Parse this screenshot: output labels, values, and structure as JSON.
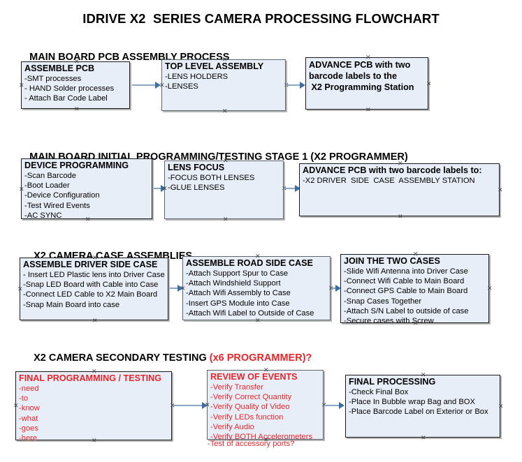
{
  "document": {
    "title": "IDRIVE X2  SERIES CAMERA PROCESSING FLOWCHART"
  },
  "colors": {
    "box_fill": "#e8eef7",
    "box_border": "#1a1a1a",
    "connector": "#8ba6c4",
    "arrow": "#3a6ea5",
    "text": "#000000",
    "accent_red": "#e8252a"
  },
  "sections": [
    {
      "id": "main-board-pcb-assembly",
      "heading": "MAIN BOARD PCB ASSEMBLY PROCESS",
      "heading_accent": ""
    },
    {
      "id": "main-board-initial-programming",
      "heading": "MAIN BOARD INITIAL PROGRAMMING/TESTING STAGE 1 (X2 PROGRAMMER)",
      "heading_accent": ""
    },
    {
      "id": "x2-camera-case-assemblies",
      "heading": "X2 CAMERA CASE ASSEMBLIES",
      "heading_accent": ""
    },
    {
      "id": "x2-camera-secondary-testing",
      "heading": "X2 CAMERA SECONDARY TESTING ",
      "heading_accent": "(x6 PROGRAMMER)?"
    }
  ],
  "boxes": [
    {
      "id": "assemble-pcb",
      "title": "ASSEMBLE PCB",
      "lines": [
        "-SMT processes",
        "- HAND Solder processes",
        "- Attach Bar Code Label"
      ]
    },
    {
      "id": "top-level-assembly",
      "title": "TOP LEVEL ASSEMBLY",
      "lines": [
        "-LENS HOLDERS",
        "-LENSES"
      ]
    },
    {
      "id": "advance-pcb-to-x2-programming-station",
      "title": "ADVANCE PCB with two\nbarcode labels to the\n X2 Programming Station",
      "lines": []
    },
    {
      "id": "device-programming",
      "title": "DEVICE PROGRAMMING",
      "lines": [
        "-Scan Barcode",
        "-Boot Loader",
        "-Device Configuration",
        "-Test Wired Events",
        "-AC SYNC"
      ]
    },
    {
      "id": "lens-focus",
      "title": "LENS FOCUS",
      "lines": [
        "-FOCUS BOTH LENSES",
        "-GLUE LENSES"
      ]
    },
    {
      "id": "advance-pcb-to-driver-side-case",
      "title": "ADVANCE PCB with two barcode labels to:",
      "lines": [
        "-X2 DRIVER  SIDE  CASE  ASSEMBLY STATION"
      ]
    },
    {
      "id": "assemble-driver-side-case",
      "title": "ASSEMBLE DRIVER SIDE CASE",
      "lines": [
        "- Insert LED Plastic lens into Driver Case",
        "-Snap LED Board with Cable into Case",
        "-Connect LED Cable to X2 Main Board",
        "-Snap Main Board into case"
      ]
    },
    {
      "id": "assemble-road-side-case",
      "title": "ASSEMBLE ROAD SIDE CASE",
      "lines": [
        "-Attach Support Spur to Case",
        "-Attach Windshield Support",
        "-Attach Wifi Assembly to Case",
        "-Insert GPS Module into Case",
        "-Attach Wifi Label to Outside of Case"
      ]
    },
    {
      "id": "join-the-two-cases",
      "title": "JOIN THE TWO CASES",
      "lines": [
        "-Slide Wifi Antenna into Driver Case",
        "-Connect Wifi Cable to Main Board",
        "-Connect GPS Cable to Main Board",
        "-Snap Cases Together",
        "-Attach S/N Label to outside of case",
        "-Secure cases with Screw"
      ]
    },
    {
      "id": "final-programming-testing",
      "title": "FINAL PROGRAMMING / TESTING",
      "lines": [
        "-need",
        "-to",
        "-know",
        "-what",
        "-goes",
        "-here"
      ]
    },
    {
      "id": "review-of-events",
      "title": "REVIEW OF EVENTS",
      "lines": [
        "-Verify Transfer",
        "-Verify Correct Quantity",
        "-Verify Quality of Video",
        "-Verify LEDs function",
        "-Verify Audio",
        "-Verify BOTH Accelerometers"
      ],
      "overflow_line": "-Test of accessory ports?"
    },
    {
      "id": "final-processing",
      "title": "FINAL PROCESSING",
      "lines": [
        "-Check Final Box",
        "-Place In Bubble wrap Bag and BOX",
        "-Place Barcode Label on Exterior or Box"
      ]
    }
  ]
}
